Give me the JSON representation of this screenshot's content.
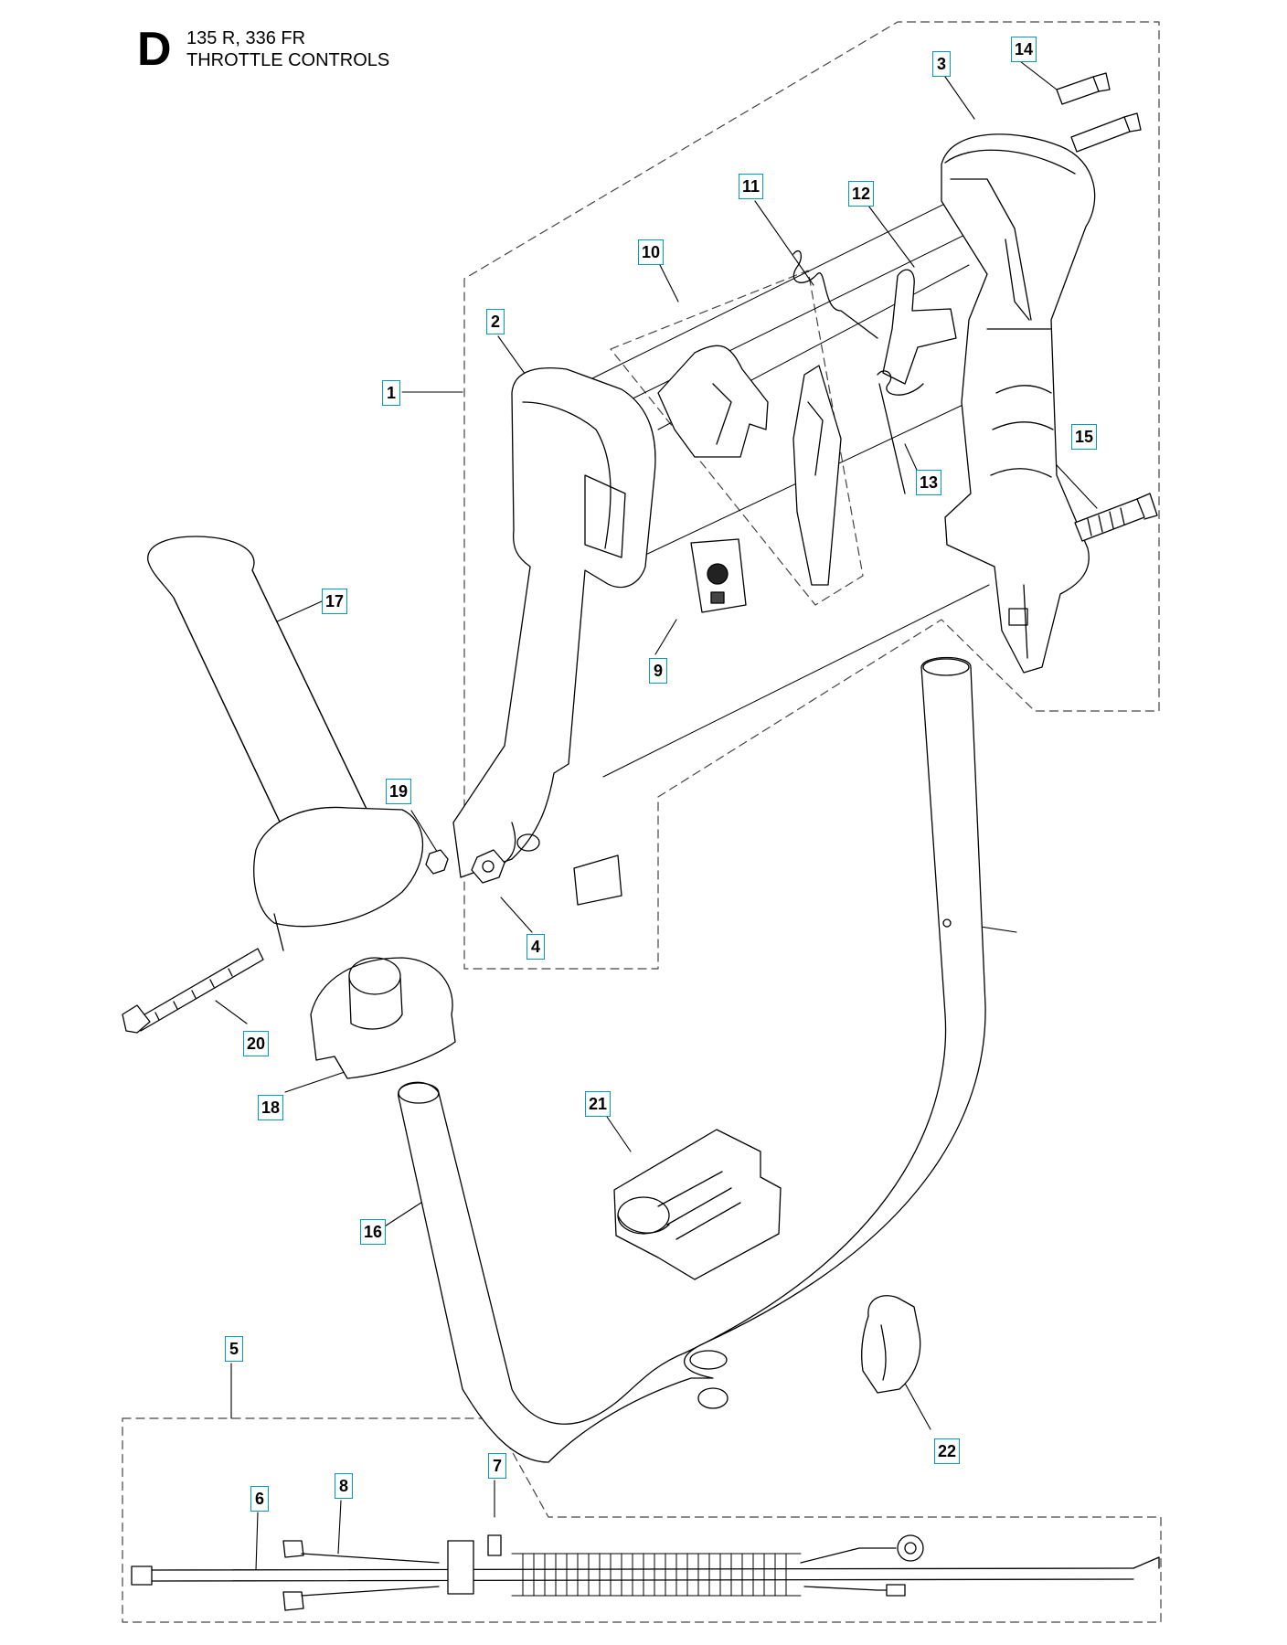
{
  "header": {
    "section_letter": "D",
    "model": "135 R, 336 FR",
    "title": "THROTTLE CONTROLS"
  },
  "callouts": {
    "c1": "1",
    "c2": "2",
    "c3": "3",
    "c4": "4",
    "c5": "5",
    "c6": "6",
    "c7": "7",
    "c8": "8",
    "c9": "9",
    "c10": "10",
    "c11": "11",
    "c12": "12",
    "c13": "13",
    "c14": "14",
    "c15": "15",
    "c16": "16",
    "c17": "17",
    "c18": "18",
    "c19": "19",
    "c20": "20",
    "c21": "21",
    "c22": "22"
  },
  "colors": {
    "callout_border": "#009dc0",
    "line": "#000000",
    "dash": "#555555"
  }
}
